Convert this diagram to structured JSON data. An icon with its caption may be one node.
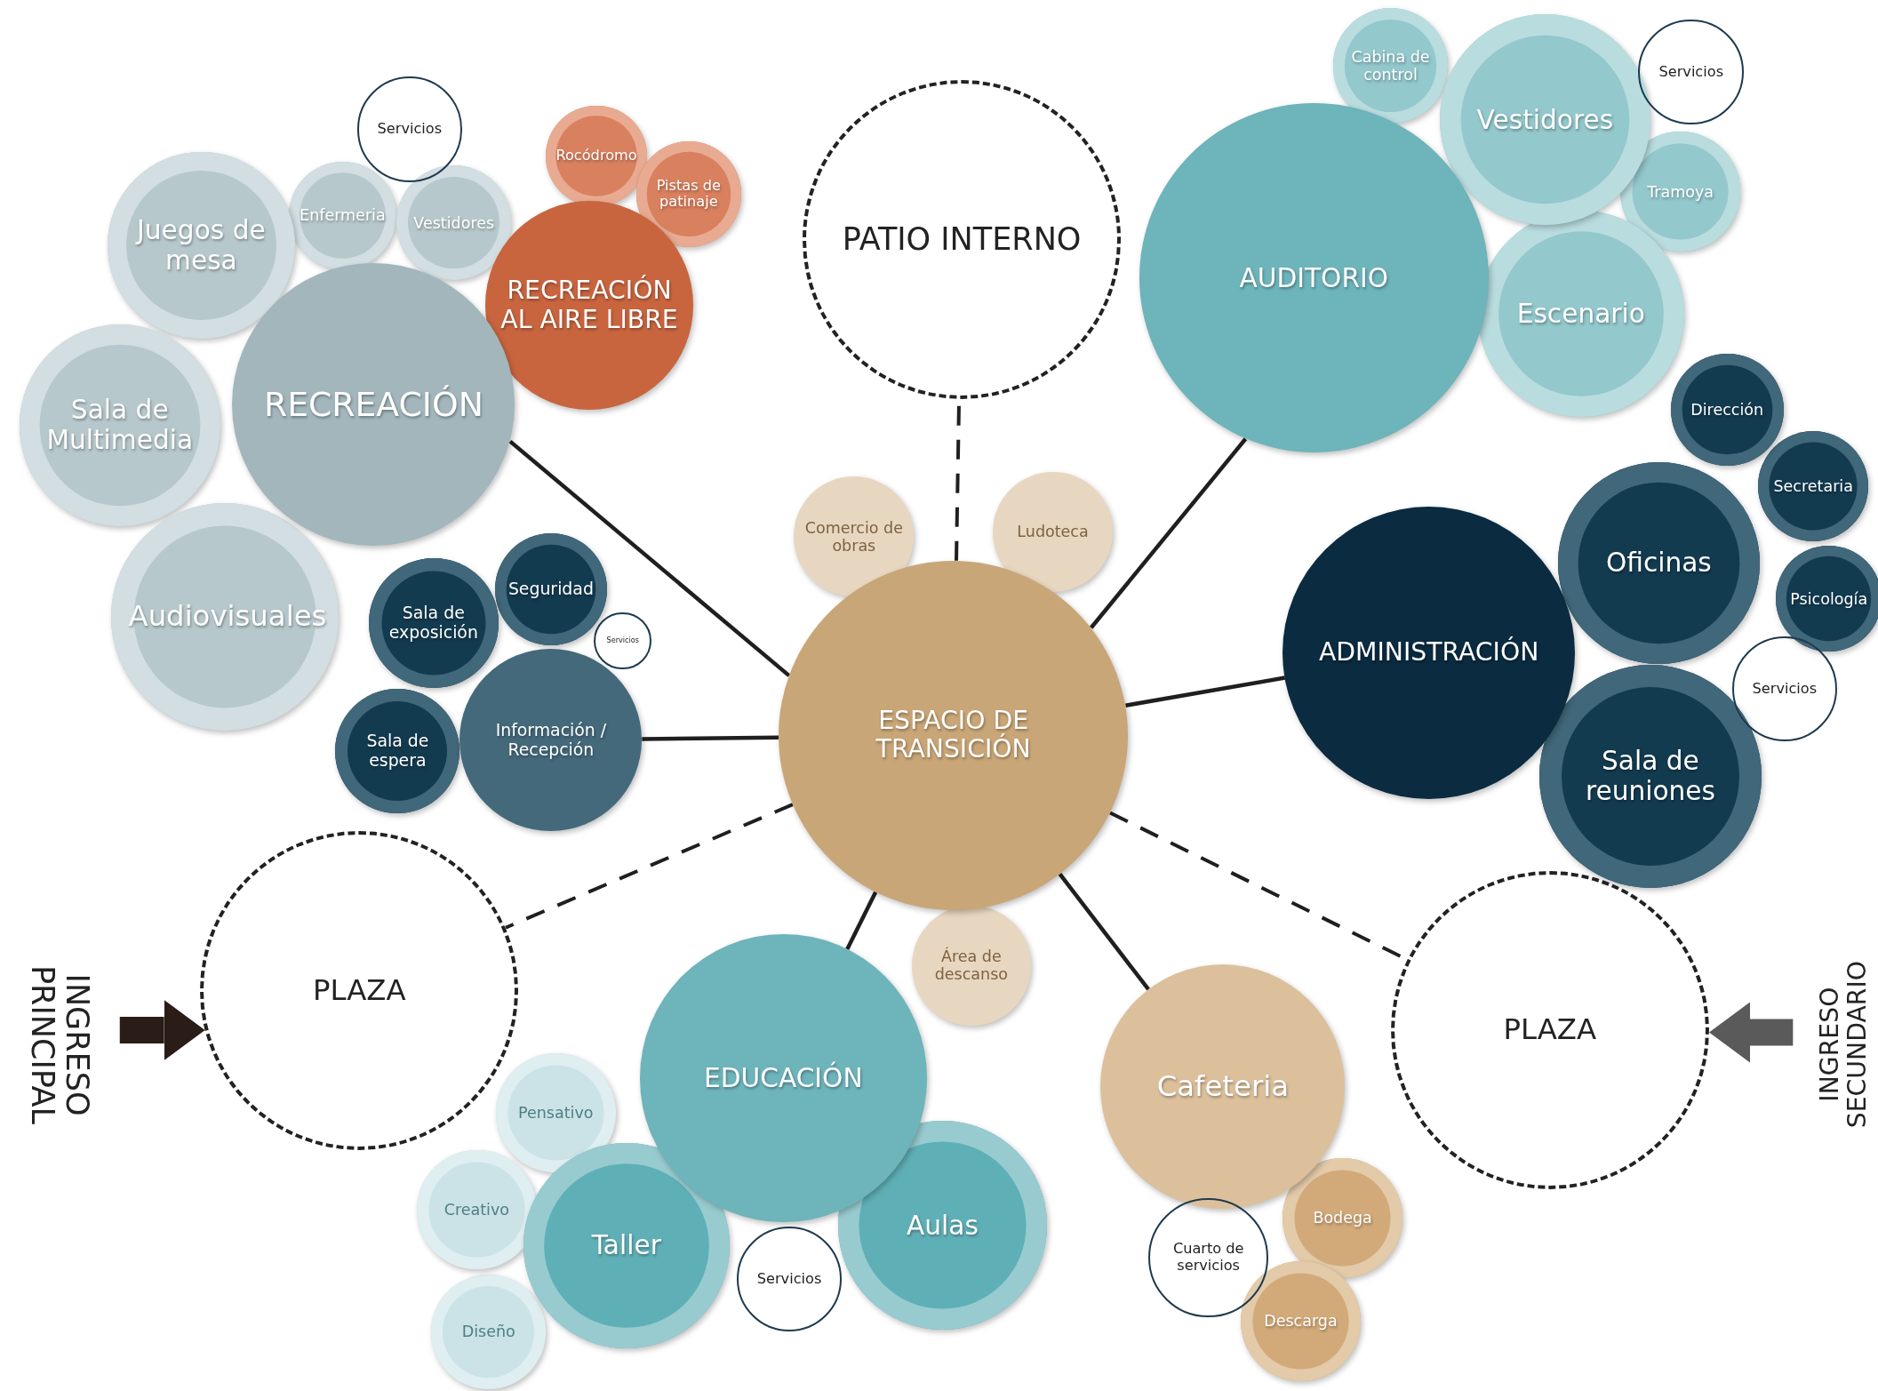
{
  "diagram": {
    "nodes": [
      {
        "text": [
          "PATIO INTERNO"
        ]
      },
      {
        "text": [
          "RECREACIÓN"
        ]
      },
      {
        "text": [
          "Juegos de mesa"
        ]
      },
      {
        "text": [
          "Enfermeria"
        ]
      },
      {
        "text": [
          "Vestidores"
        ]
      },
      {
        "text": [
          "Servicios"
        ]
      },
      {
        "text": [
          "Sala de Multimedia"
        ]
      },
      {
        "text": [
          "Audiovisuales"
        ]
      },
      {
        "text": [
          "RECREACIÓN AL AIRE LIBRE"
        ]
      },
      {
        "text": [
          "Rocódromo"
        ]
      },
      {
        "text": [
          "Pistas de patinaje"
        ]
      },
      {
        "text": [
          "AUDITORIO"
        ]
      },
      {
        "text": [
          "Cabina de control"
        ]
      },
      {
        "text": [
          "Vestidores"
        ]
      },
      {
        "text": [
          "Servicios"
        ]
      },
      {
        "text": [
          "Tramoya"
        ]
      },
      {
        "text": [
          "Escenario"
        ]
      },
      {
        "text": [
          "ADMINISTRACIÓN"
        ]
      },
      {
        "text": [
          "Dirección"
        ]
      },
      {
        "text": [
          "Secretaria"
        ]
      },
      {
        "text": [
          "Oficinas"
        ]
      },
      {
        "text": [
          "Psicología"
        ]
      },
      {
        "text": [
          "Servicios"
        ]
      },
      {
        "text": [
          "Sala de reuniones"
        ]
      },
      {
        "text": [
          "Seguridad"
        ]
      },
      {
        "text": [
          "Servicios"
        ]
      },
      {
        "text": [
          "Sala de exposición"
        ]
      },
      {
        "text": [
          "Información / Recepción"
        ]
      },
      {
        "text": [
          "Sala de espera"
        ]
      },
      {
        "text": [
          "Comercio de obras"
        ]
      },
      {
        "text": [
          "Ludoteca"
        ]
      },
      {
        "text": [
          "ESPACIO DE TRANSICIÓN"
        ]
      },
      {
        "text": [
          "Área de descanso"
        ]
      },
      {
        "text": [
          "PLAZA"
        ]
      },
      {
        "text": [
          "EDUCACIÓN"
        ]
      },
      {
        "text": [
          "Pensativo"
        ]
      },
      {
        "text": [
          "Creativo"
        ]
      },
      {
        "text": [
          "Taller"
        ]
      },
      {
        "text": [
          "Servicios"
        ]
      },
      {
        "text": [
          "Aulas"
        ]
      },
      {
        "text": [
          "Diseño"
        ]
      },
      {
        "text": [
          "Cafeteria"
        ]
      },
      {
        "text": [
          "Bodega"
        ]
      },
      {
        "text": [
          "Cuarto de servicios"
        ]
      },
      {
        "text": [
          "Descarga"
        ]
      },
      {
        "text": [
          "PLAZA"
        ]
      }
    ],
    "edges": [
      {
        "from": 31,
        "to": 0,
        "arrow": "none",
        "style": "dashed"
      },
      {
        "from": 31,
        "to": 1,
        "arrow": "none"
      },
      {
        "from": 31,
        "to": 11,
        "arrow": "none"
      },
      {
        "from": 31,
        "to": 17,
        "arrow": "none"
      },
      {
        "from": 31,
        "to": 27,
        "arrow": "none"
      },
      {
        "from": 31,
        "to": 33,
        "arrow": "none",
        "style": "dashed"
      },
      {
        "from": 31,
        "to": 45,
        "arrow": "none",
        "style": "dashed"
      },
      {
        "from": 31,
        "to": 34,
        "arrow": "none"
      },
      {
        "from": 31,
        "to": 41,
        "arrow": "none"
      },
      {
        "from": null,
        "to": 33,
        "arrow": "to",
        "style": "thick"
      },
      {
        "from": null,
        "to": 45,
        "arrow": "to",
        "style": "thick",
        "color": "#5a5a5a"
      }
    ],
    "labels": [
      "INGRESO PRINCIPAL",
      "INGRESO SECUNDARIO"
    ]
  }
}
